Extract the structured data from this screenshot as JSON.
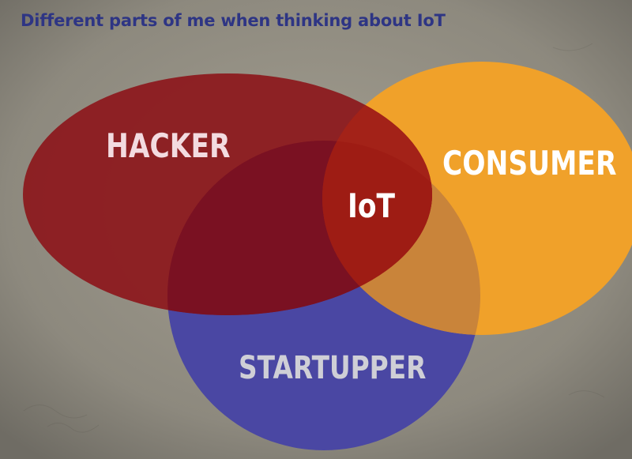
{
  "title": "Different parts of me when thinking about IoT",
  "sets": {
    "hacker": {
      "label": "HACKER",
      "color": "#8c1a1e"
    },
    "consumer": {
      "label": "CONSUMER",
      "color": "#f0a12a"
    },
    "startupper": {
      "label": "STARTUPPER",
      "color": "#4a47a3"
    }
  },
  "intersection": {
    "label": "IoT",
    "color": "#9e1c14"
  },
  "background_color": "#8f8b80",
  "title_color": "#2e3584"
}
